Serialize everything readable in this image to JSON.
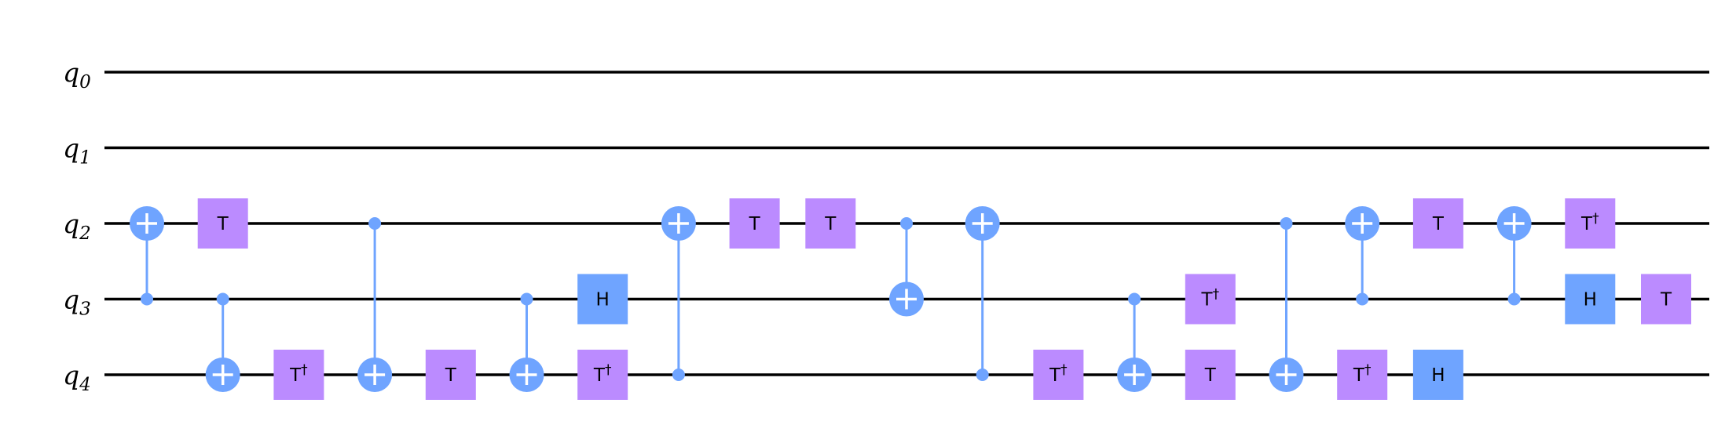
{
  "qubits": [
    {
      "letter": "q",
      "index": "0"
    },
    {
      "letter": "q",
      "index": "1"
    },
    {
      "letter": "q",
      "index": "2"
    },
    {
      "letter": "q",
      "index": "3"
    },
    {
      "letter": "q",
      "index": "4"
    }
  ],
  "colors": {
    "wire": "#000000",
    "cnot": "#6fa4ff",
    "h_gate": "#6fa4ff",
    "t_gate": "#bb8bff"
  },
  "gate_symbols": {
    "T": "T",
    "Tdg": "T",
    "dagger": "†",
    "H": "H"
  },
  "gates": [
    {
      "type": "cx",
      "control": 3,
      "target": 2,
      "column": 0
    },
    {
      "type": "t",
      "qubit": 2,
      "column": 1
    },
    {
      "type": "cx",
      "control": 3,
      "target": 4,
      "column": 1
    },
    {
      "type": "tdg",
      "qubit": 4,
      "column": 2
    },
    {
      "type": "cx",
      "control": 2,
      "target": 4,
      "column": 3
    },
    {
      "type": "t",
      "qubit": 4,
      "column": 4
    },
    {
      "type": "cx",
      "control": 3,
      "target": 4,
      "column": 5
    },
    {
      "type": "h",
      "qubit": 3,
      "column": 6
    },
    {
      "type": "tdg",
      "qubit": 4,
      "column": 6
    },
    {
      "type": "cx",
      "control": 4,
      "target": 2,
      "column": 7
    },
    {
      "type": "t",
      "qubit": 2,
      "column": 8
    },
    {
      "type": "t",
      "qubit": 2,
      "column": 9
    },
    {
      "type": "cx",
      "control": 2,
      "target": 3,
      "column": 10
    },
    {
      "type": "cx",
      "control": 4,
      "target": 2,
      "column": 11
    },
    {
      "type": "tdg",
      "qubit": 4,
      "column": 12
    },
    {
      "type": "cx",
      "control": 3,
      "target": 4,
      "column": 13
    },
    {
      "type": "tdg",
      "qubit": 3,
      "column": 14
    },
    {
      "type": "t",
      "qubit": 4,
      "column": 14
    },
    {
      "type": "cx",
      "control": 2,
      "target": 4,
      "column": 15
    },
    {
      "type": "tdg",
      "qubit": 4,
      "column": 16
    },
    {
      "type": "cx",
      "control": 3,
      "target": 2,
      "column": 16
    },
    {
      "type": "t",
      "qubit": 2,
      "column": 17
    },
    {
      "type": "h",
      "qubit": 4,
      "column": 17
    },
    {
      "type": "cx",
      "control": 3,
      "target": 2,
      "column": 18
    },
    {
      "type": "tdg",
      "qubit": 2,
      "column": 19
    },
    {
      "type": "h",
      "qubit": 3,
      "column": 19
    },
    {
      "type": "t",
      "qubit": 3,
      "column": 20
    }
  ]
}
